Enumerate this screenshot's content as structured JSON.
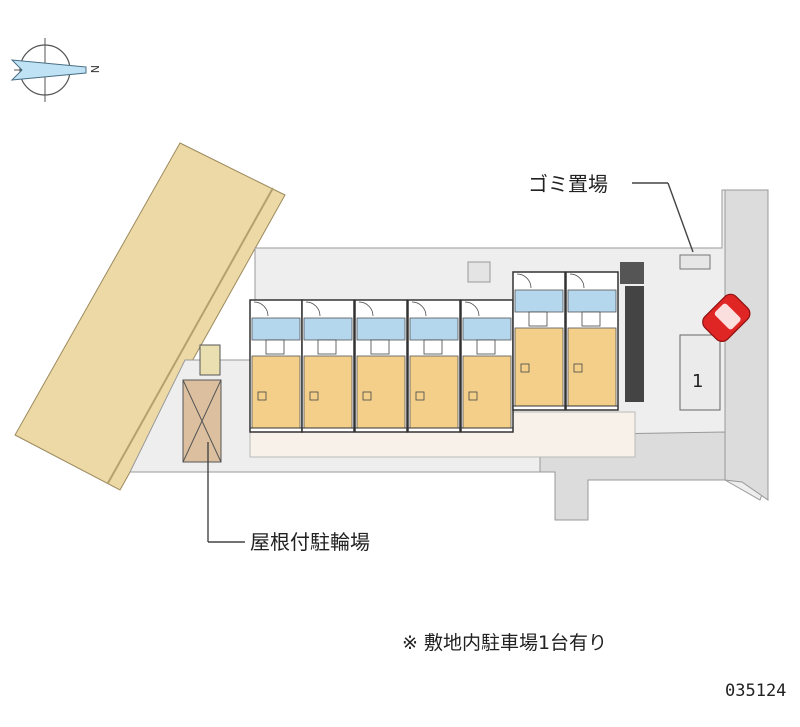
{
  "compass": {
    "north_label": "N"
  },
  "labels": {
    "garbage": "ゴミ置場",
    "bicycle": "屋根付駐輪場",
    "parking_space": "1"
  },
  "note": "※ 敷地内駐車場1台有り",
  "property_code": "035124",
  "colors": {
    "road": "#ecd9a6",
    "ground": "#eeeeef",
    "path": "#dcdcdc",
    "room": "#f4cf8a",
    "wet_area": "#b5d7ee",
    "bike_shed": "#dbbf9f",
    "car": "#e02525"
  }
}
